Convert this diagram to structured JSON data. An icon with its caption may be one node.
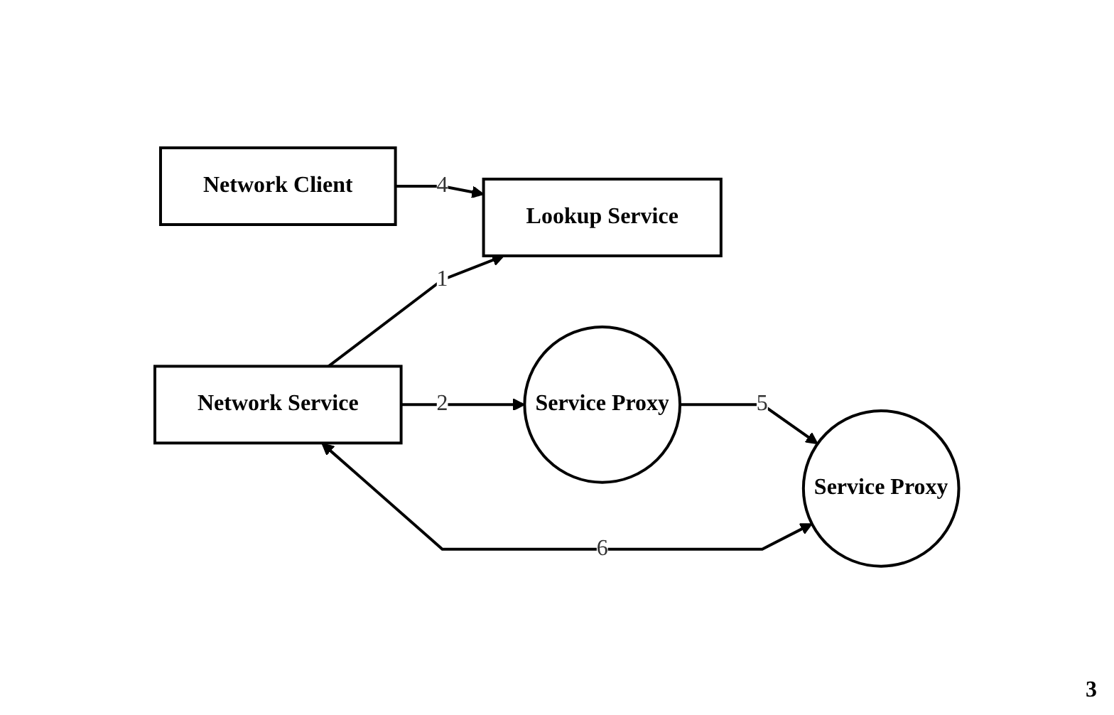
{
  "diagram": {
    "nodes": [
      {
        "text": [
          "Network Service"
        ]
      },
      {
        "text": [
          "Lookup Service"
        ]
      },
      {
        "text": [
          "Service Proxy"
        ]
      },
      {
        "text": [
          "Service Proxy"
        ]
      },
      {
        "text": [
          "Network Client"
        ]
      }
    ],
    "edges": [
      {
        "from": 0,
        "to": 1,
        "arrow": "to",
        "label": "1"
      },
      {
        "from": 0,
        "to": 2,
        "arrow": "to",
        "label": "2"
      },
      {
        "from": 4,
        "to": 1,
        "arrow": "to",
        "label": "4"
      },
      {
        "from": 2,
        "to": 3,
        "arrow": "to",
        "label": "5"
      },
      {
        "from": 0,
        "to": 3,
        "arrow": "both",
        "label": "6"
      }
    ],
    "labels": [
      "3"
    ]
  }
}
